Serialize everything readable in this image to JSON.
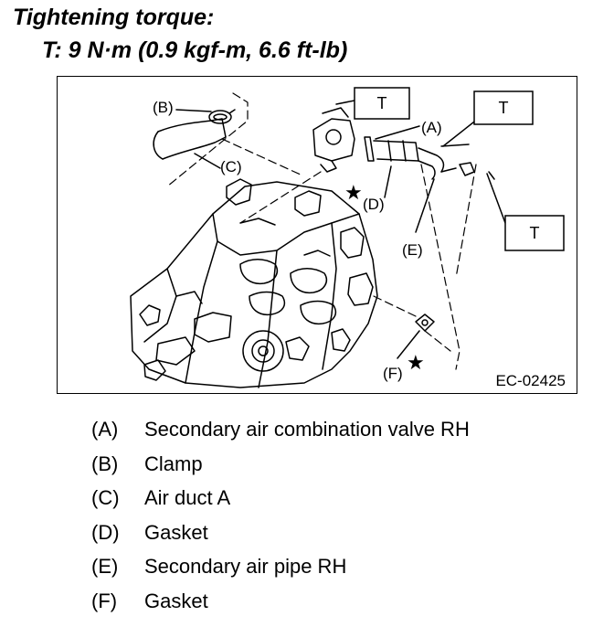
{
  "header": {
    "title": "Tightening torque:",
    "spec": "T: 9 N·m (0.9 kgf-m, 6.6 ft-lb)"
  },
  "figure": {
    "code": "EC-02425",
    "callouts": {
      "a": "(A)",
      "b": "(B)",
      "c": "(C)",
      "d": "(D)",
      "e": "(E)",
      "f": "(F)"
    },
    "torque_marker": "T",
    "gasket_marker": "★"
  },
  "legend": [
    {
      "key": "(A)",
      "text": "Secondary air combination valve RH"
    },
    {
      "key": "(B)",
      "text": "Clamp"
    },
    {
      "key": "(C)",
      "text": "Air duct A"
    },
    {
      "key": "(D)",
      "text": "Gasket"
    },
    {
      "key": "(E)",
      "text": "Secondary air pipe RH"
    },
    {
      "key": "(F)",
      "text": "Gasket"
    }
  ]
}
